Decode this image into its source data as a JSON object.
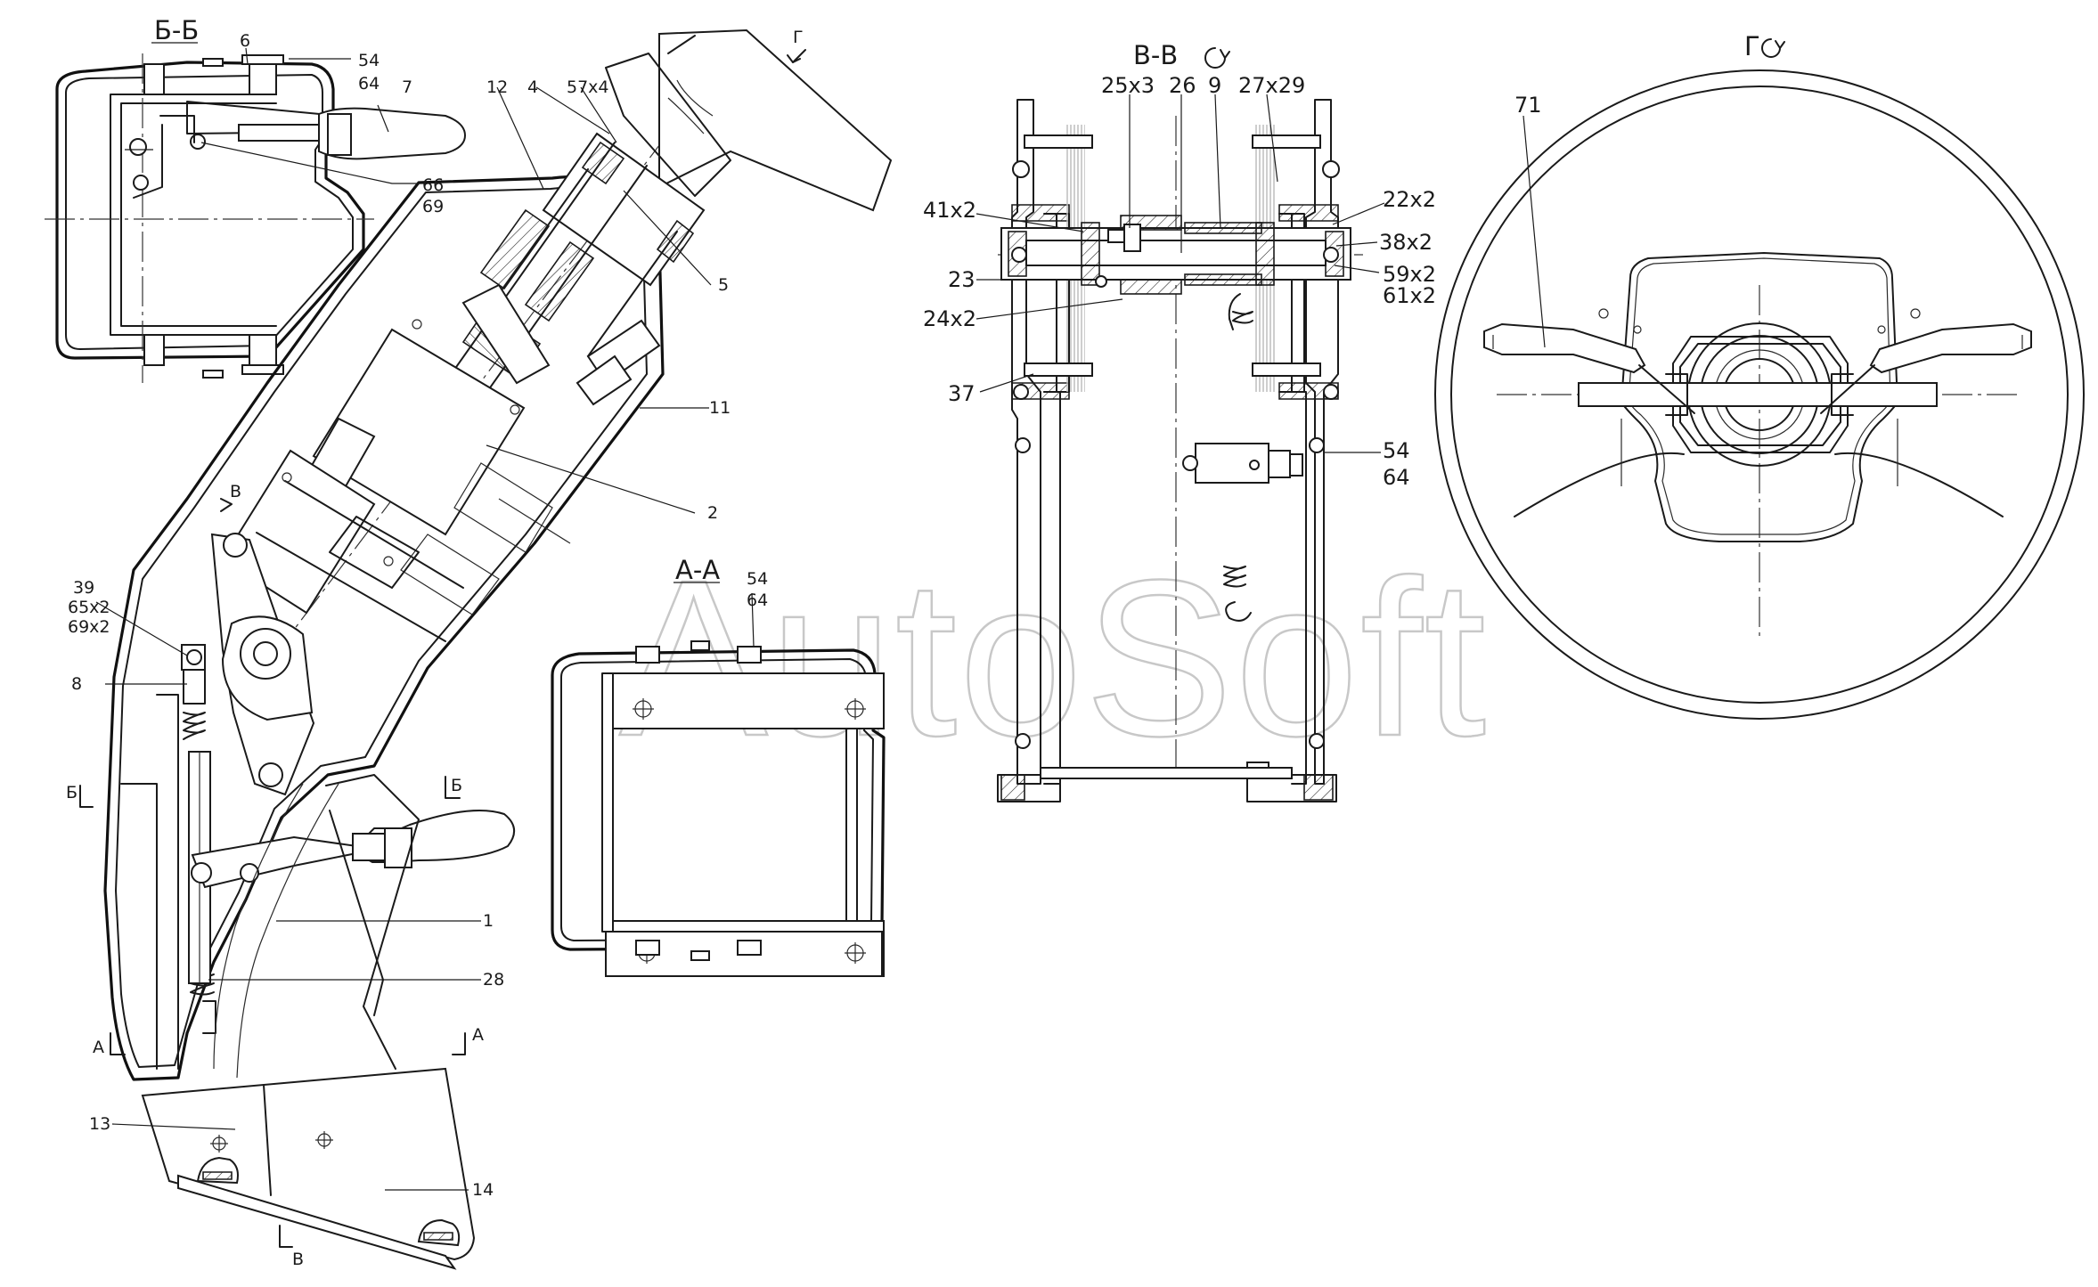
{
  "watermark": "AutoSoft",
  "views": {
    "b_b": "Б-Б",
    "a_a": "А-А",
    "v_v": "В-В",
    "g": "Г"
  },
  "section_marks": {
    "b_left": "Б",
    "b_right": "Б",
    "v_top": "В",
    "v_bottom": "В",
    "a_left": "А",
    "a_right": "А",
    "g_arrow": "Г"
  },
  "callouts": {
    "c6": "6",
    "c54_bb": "54",
    "c64_bb": "64",
    "c7": "7",
    "c66": "66",
    "c69": "69",
    "c12": "12",
    "c4": "4",
    "c57x4": "57х4",
    "c5": "5",
    "c11": "11",
    "c2": "2",
    "c39": "39",
    "c65x2": "65х2",
    "c69x2": "69х2",
    "c8": "8",
    "c1": "1",
    "c28": "28",
    "c13": "13",
    "c14": "14",
    "c54_aa": "54",
    "c64_aa": "64",
    "c25x3": "25х3",
    "c26": "26",
    "c9": "9",
    "c27x29": "27х29",
    "c41x2": "41х2",
    "c22x2": "22х2",
    "c38x2": "38х2",
    "c23": "23",
    "c59x2": "59х2",
    "c61x2": "61х2",
    "c24x2": "24х2",
    "c37": "37",
    "c54_vv": "54",
    "c64_vv": "64",
    "c71": "71"
  }
}
